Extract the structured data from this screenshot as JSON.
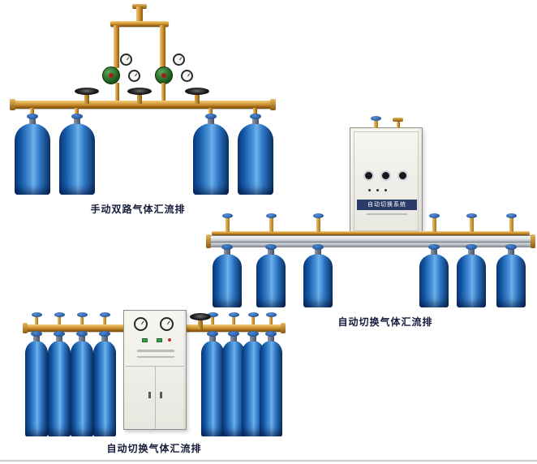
{
  "figures": {
    "manual": {
      "caption": "手动双路气体汇流排"
    },
    "auto_wall": {
      "caption": "自动切换气体汇流排",
      "cabinet_label": "自动切换系统"
    },
    "auto_floor": {
      "caption": "自动切换气体汇流排"
    }
  },
  "colors": {
    "cylinder_blue": "#1f66b8",
    "brass": "#c9912f",
    "rail_silver": "#c3c8ce",
    "cabinet_white": "#f2f1ec",
    "caption_text": "#151a3a"
  }
}
